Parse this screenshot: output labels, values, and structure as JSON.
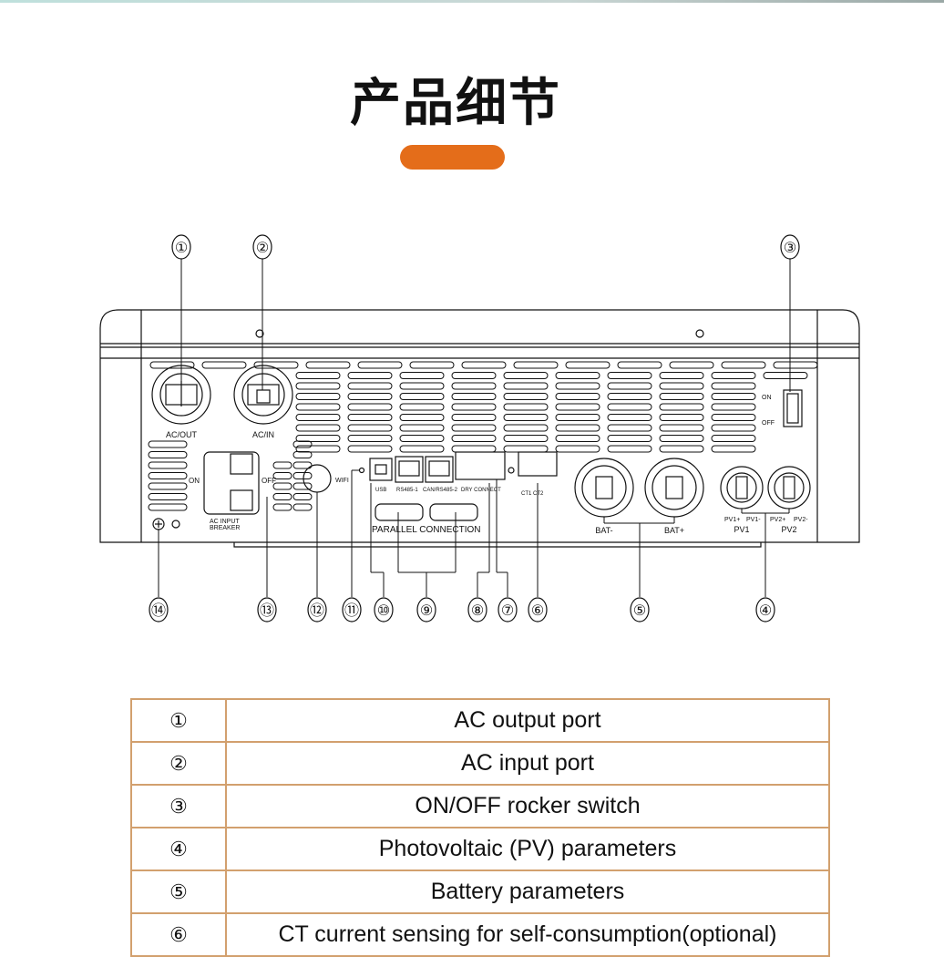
{
  "page": {
    "title": "产品细节"
  },
  "diagram": {
    "callouts": [
      "①",
      "②",
      "③",
      "④",
      "⑤",
      "⑥",
      "⑦",
      "⑧",
      "⑨",
      "⑩",
      "⑪",
      "⑫",
      "⑬",
      "⑭"
    ],
    "labels": {
      "ac_out": "AC/OUT",
      "ac_in": "AC/IN",
      "on": "ON",
      "off": "OFF",
      "breaker_on": "ON",
      "breaker_off": "OFF",
      "breaker": "AC INPUT",
      "breaker2": "BREAKER",
      "wifi": "WIFI",
      "usb": "USB",
      "rs485_1": "RS485-1",
      "can_rs485_2": "CAN/RS485-2",
      "dry_connect": "DRY CONNECT",
      "parallel": "PARALLEL CONNECTION",
      "ct": "CT1 CT2",
      "bat_neg": "BAT-",
      "bat_pos": "BAT+",
      "pv1_pos": "PV1+",
      "pv1_neg": "PV1-",
      "pv2_pos": "PV2+",
      "pv2_neg": "PV2-",
      "pv1": "PV1",
      "pv2": "PV2"
    }
  },
  "table": {
    "rows": [
      {
        "num": "①",
        "desc": "AC output port"
      },
      {
        "num": "②",
        "desc": "AC input port"
      },
      {
        "num": "③",
        "desc": "ON/OFF rocker switch"
      },
      {
        "num": "④",
        "desc": "Photovoltaic (PV) parameters"
      },
      {
        "num": "⑤",
        "desc": "Battery parameters"
      },
      {
        "num": "⑥",
        "desc": "CT current sensing for self-consumption(optional)"
      }
    ]
  },
  "colors": {
    "accent": "#e46d1a",
    "table_border": "#d2a06e"
  }
}
